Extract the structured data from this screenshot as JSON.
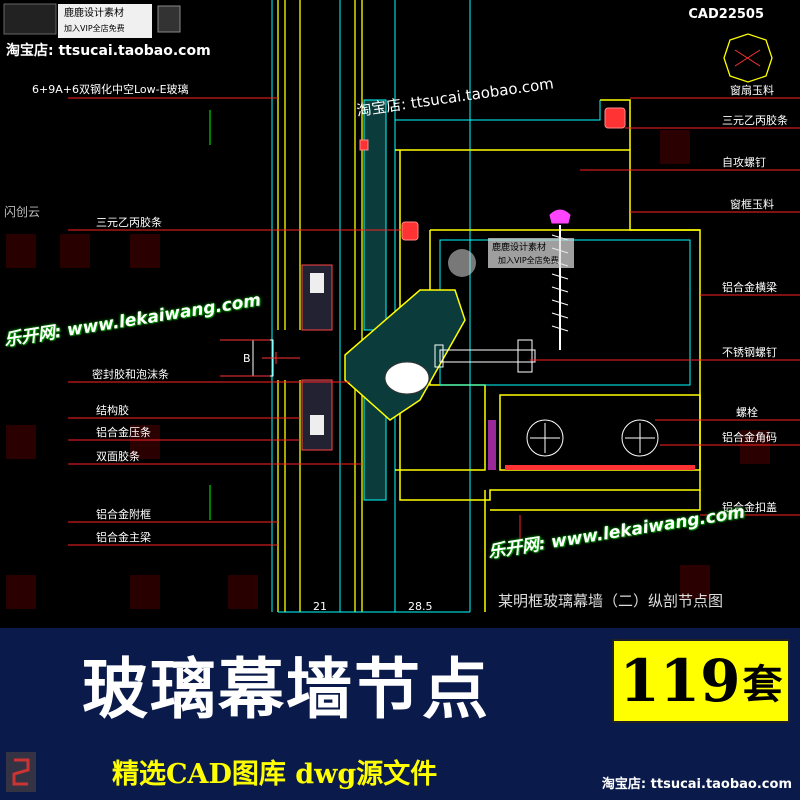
{
  "code": "CAD22505",
  "watermarks": {
    "taobao_top": "淘宝店: ttsucai.taobao.com",
    "taobao_mid": "淘宝店: ttsucai.taobao.com",
    "taobao_footer": "淘宝店: ttsucai.taobao.com",
    "lekaiwang_1": "乐开网: www.lekaiwang.com",
    "lekaiwang_2": "乐开网: www.lekaiwang.com",
    "badge_top": "鹿鹿设计素材",
    "badge_top_sub": "加入VIP全店免费",
    "badge_mid": "鹿鹿设计素材",
    "badge_mid_sub": "加入VIP全店免费",
    "shanchuang": "闪创云"
  },
  "drawing": {
    "left_labels": [
      "6+9A+6双钢化中空Low-E玻璃",
      "三元乙丙胶条",
      "密封胶和泡沫条",
      "结构胶",
      "铝合金压条",
      "双面胶条",
      "铝合金附框",
      "铝合金主梁"
    ],
    "right_labels": [
      "窗扇玉料",
      "三元乙丙胶条",
      "自攻螺钉",
      "窗框玉料",
      "铝合金横梁",
      "不锈钢螺钉",
      "螺栓",
      "铝合金角码",
      "铝合金扣盖"
    ],
    "dimensions": {
      "b_label": "B",
      "width_21": "21",
      "width_28_5": "28.5"
    },
    "caption": "某明框玻璃幕墙（二）纵剖节点图"
  },
  "banner": {
    "title": "玻璃幕墙节点",
    "count_number": "119",
    "count_unit": "套",
    "subtitle": "精选CAD图库  dwg源文件"
  },
  "colors": {
    "background": "#000000",
    "banner_bg": "#0a1a4a",
    "cad_yellow": "#ffff00",
    "cad_red": "#ff0000",
    "cad_cyan": "#00ffff",
    "cad_green": "#00ff00",
    "cad_magenta": "#ff00ff",
    "count_badge": "#ffff00"
  }
}
